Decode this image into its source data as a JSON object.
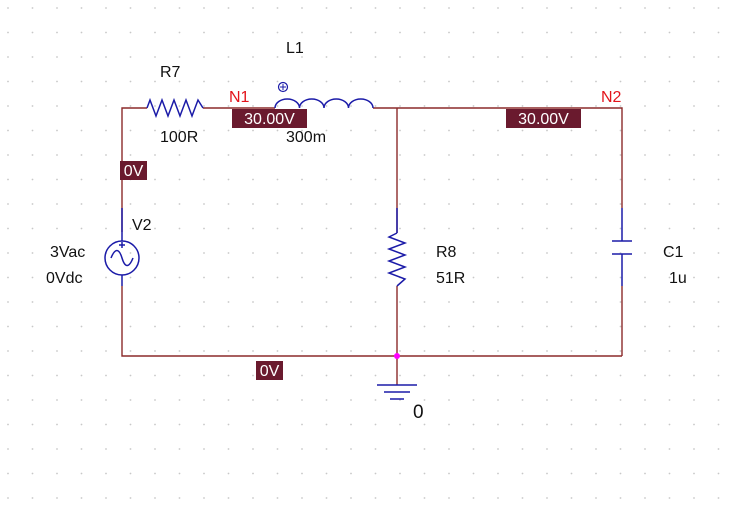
{
  "components": {
    "r7": {
      "ref": "R7",
      "value": "100R"
    },
    "l1": {
      "ref": "L1",
      "value": "300m"
    },
    "r8": {
      "ref": "R8",
      "value": "51R"
    },
    "c1": {
      "ref": "C1",
      "value": "1u"
    },
    "v2": {
      "ref": "V2",
      "ac": "3Vac",
      "dc": "0Vdc"
    }
  },
  "nets": {
    "n1": "N1",
    "n2": "N2",
    "ground": "0"
  },
  "probes": {
    "n1_voltage": "30.00V",
    "n2_voltage": "30.00V",
    "v2_top_voltage": "0V",
    "ground_voltage": "0V"
  },
  "colors": {
    "wire": "#8b2a2a",
    "component": "#1b1ba8",
    "net_label": "#e3141b",
    "probe_bg": "#6a1a2e",
    "junction": "#ff00ff",
    "grid_dot": "#c8c8c8"
  }
}
